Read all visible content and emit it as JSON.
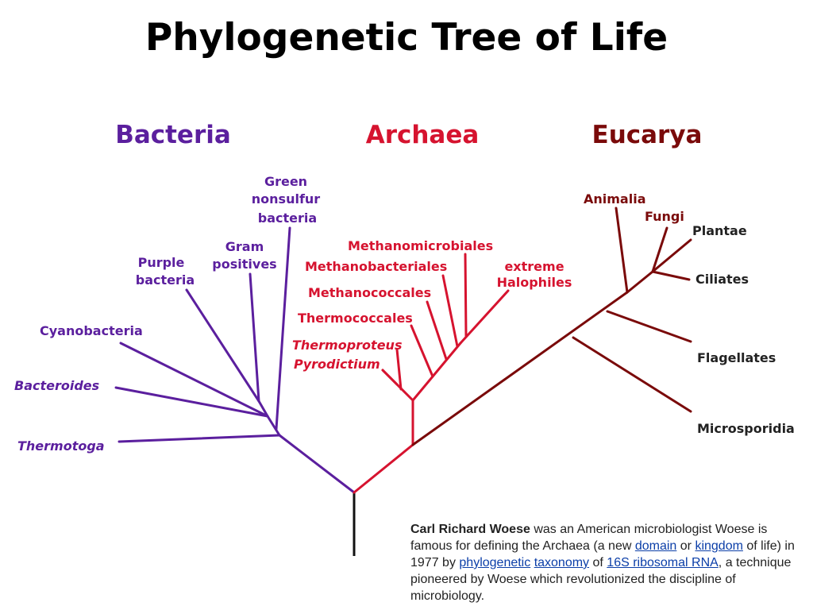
{
  "title": "Phylogenetic Tree of Life",
  "colors": {
    "bacteria": "#5b1f9e",
    "archaea": "#d6132f",
    "eucarya": "#7a0a0a",
    "root": "#111111"
  },
  "domains": {
    "bacteria": "Bacteria",
    "archaea": "Archaea",
    "eucarya": "Eucarya"
  },
  "bacteria": {
    "green_1": "Green",
    "green_2": "nonsulfur",
    "green_3": "bacteria",
    "gram_1": "Gram",
    "gram_2": "positives",
    "purple_1": "Purple",
    "purple_2": "bacteria",
    "cyanobacteria": "Cyanobacteria",
    "bacteroides": "Bacteroides",
    "thermotoga": "Thermotoga"
  },
  "archaea": {
    "methanomicrobiales": "Methanomicrobiales",
    "methanobacteriales": "Methanobacteriales",
    "extreme_1": "extreme",
    "extreme_2": "Halophiles",
    "methanococcales": "Methanococcales",
    "thermococcales": "Thermococcales",
    "thermoproteus": "Thermoproteus",
    "pyrodictium": "Pyrodictium"
  },
  "eucarya": {
    "animalia": "Animalia",
    "fungi": "Fungi",
    "plantae": "Plantae",
    "ciliates": "Ciliates",
    "flagellates": "Flagellates",
    "microsporidia": "Microsporidia"
  },
  "caption": {
    "name": "Carl Richard Woese",
    "t1": " was an American microbiologist Woese is famous for defining the Archaea (a new ",
    "link_domain": "domain",
    "t2": " or ",
    "link_kingdom": "kingdom",
    "t3": " of life) in 1977 by ",
    "link_phylogenetic": "phylogenetic",
    "t4": " ",
    "link_taxonomy": "taxonomy",
    "t5": " of ",
    "link_16s": "16S ribosomal RNA",
    "t6": ", a technique pioneered by Woese which revolutionized the discipline of microbiology."
  }
}
